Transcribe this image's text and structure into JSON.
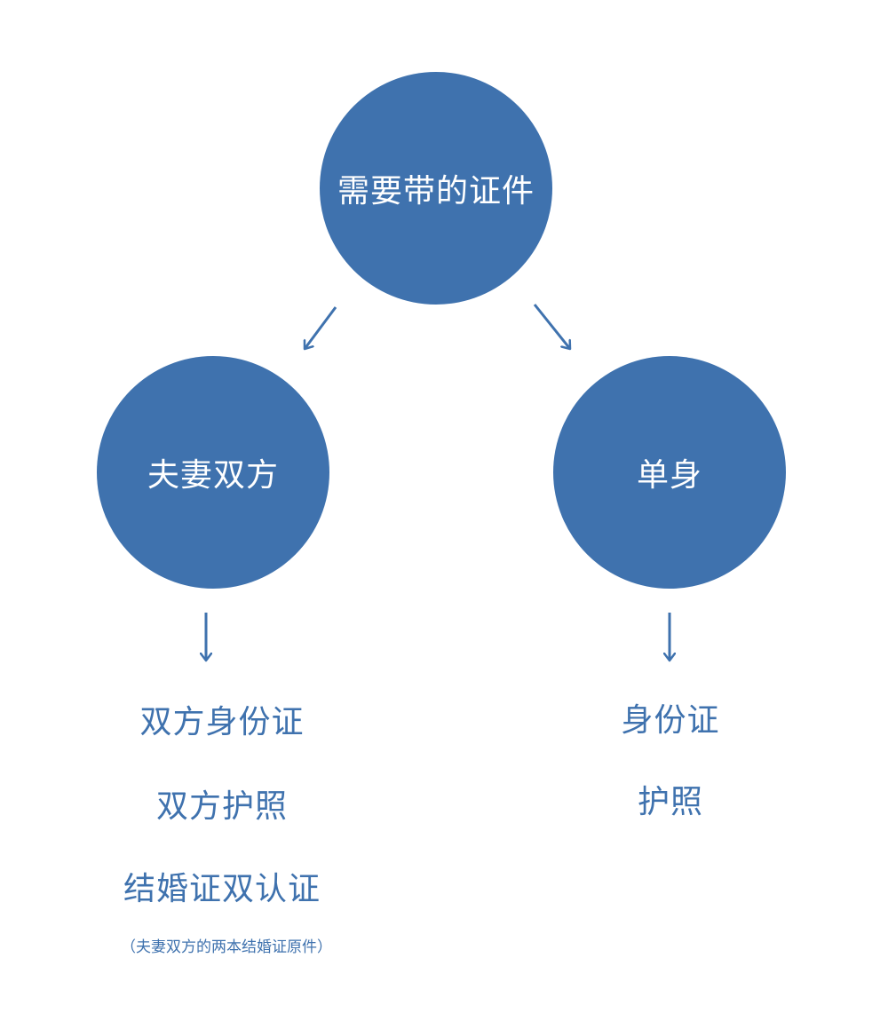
{
  "nodes": {
    "root": "需要带的证件",
    "couple": "夫妻双方",
    "single": "单身"
  },
  "couple_docs": [
    "双方身份证",
    "双方护照",
    "结婚证双认证"
  ],
  "couple_note": "（夫妻双方的两本结婚证原件）",
  "single_docs": [
    "身份证",
    "护照"
  ],
  "colors": {
    "circle_fill": "#3f72ae",
    "text_blue": "#3f72ae",
    "arrow": "#3f72ae"
  }
}
